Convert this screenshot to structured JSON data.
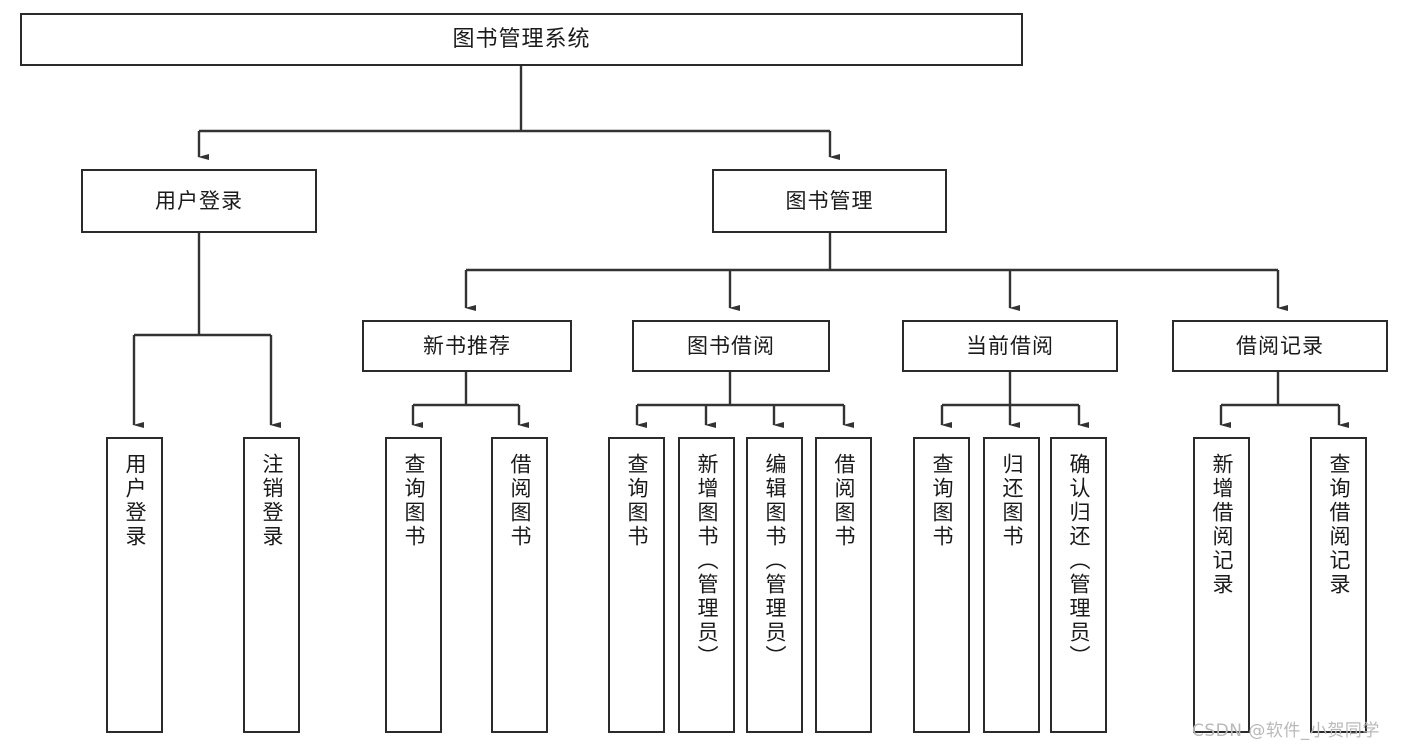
{
  "diagram": {
    "title": "图书管理系统",
    "type": "tree-hierarchy",
    "root": {
      "label": "图书管理系统"
    },
    "level2": [
      {
        "label": "用户登录"
      },
      {
        "label": "图书管理"
      }
    ],
    "level3": [
      {
        "label": "新书推荐"
      },
      {
        "label": "图书借阅"
      },
      {
        "label": "当前借阅"
      },
      {
        "label": "借阅记录"
      }
    ],
    "leaves": {
      "user_login": [
        {
          "label": "用户登录"
        },
        {
          "label": "注销登录"
        }
      ],
      "new_book_recommend": [
        {
          "label": "查询图书"
        },
        {
          "label": "借阅图书"
        }
      ],
      "book_borrow": [
        {
          "label": "查询图书"
        },
        {
          "label": "新增图书（管理员）"
        },
        {
          "label": "编辑图书（管理员）"
        },
        {
          "label": "借阅图书"
        }
      ],
      "current_borrow": [
        {
          "label": "查询图书"
        },
        {
          "label": "归还图书"
        },
        {
          "label": "确认归还（管理员）"
        }
      ],
      "borrow_record": [
        {
          "label": "新增借阅记录"
        },
        {
          "label": "查询借阅记录"
        }
      ]
    }
  },
  "watermark": {
    "text": "CSDN @软件_小贺同学"
  },
  "colors": {
    "border": "#2b2b2b",
    "background": "#ffffff",
    "text": "#1a1a1a",
    "connector": "#333333",
    "watermark": "#b9b9b9"
  }
}
